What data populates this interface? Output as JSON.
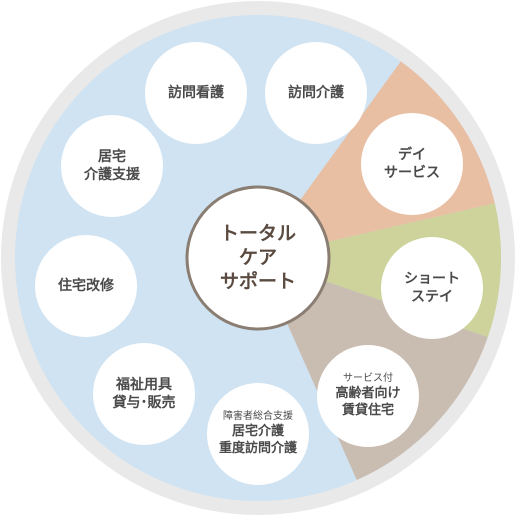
{
  "colors": {
    "ring": "#e9e9e9",
    "blue_sector": "#cfe3f2",
    "dayservice_sector": "#e8bfa3",
    "shortstay_sector": "#cdd39a",
    "housing_sector": "#c9bcb0",
    "node_fill": "#ffffff",
    "center_border": "#8a7d72",
    "text": "#4a4a4a"
  },
  "center": {
    "line1": "トータル",
    "line2": "ケア",
    "line3": "サポート"
  },
  "services": {
    "houmon_kango": "訪問看護",
    "houmon_kaigo": "訪問介護",
    "kyotaku_1": "居宅",
    "kyotaku_2": "介護支援",
    "jutaku_kaishu": "住宅改修",
    "fukushi_1": "福祉用具",
    "fukushi_2": "貸与･販売",
    "shogai_small": "障害者総合支援",
    "shogai_1": "居宅介護",
    "shogai_2": "重度訪問介護",
    "day_1": "デイ",
    "day_2": "サービス",
    "short_1": "ショート",
    "short_2": "ステイ",
    "housing_small": "サービス付",
    "housing_1": "高齢者向け",
    "housing_2": "賃貸住宅"
  }
}
